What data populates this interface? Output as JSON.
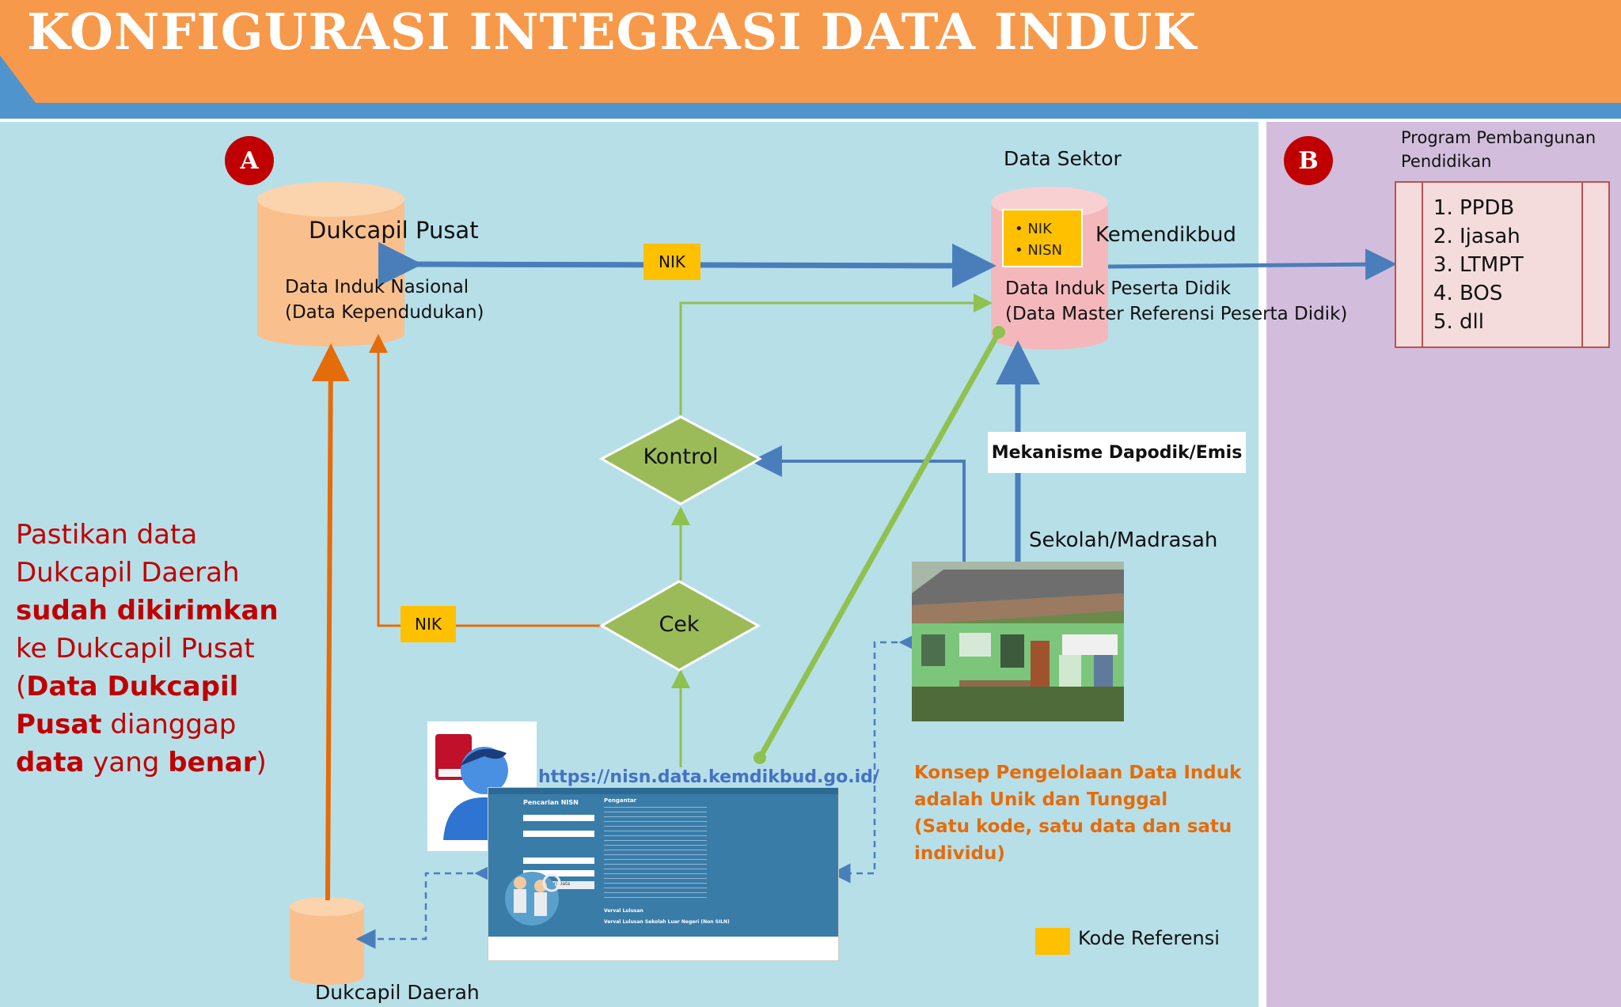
{
  "header": {
    "title": "KONFIGURASI INTEGRASI DATA INDUK"
  },
  "badges": {
    "a": "A",
    "b": "B"
  },
  "nodes": {
    "dukcapil_pusat": {
      "title": "Dukcapil Pusat",
      "line1": "Data Induk Nasional",
      "line2": "(Data Kependudukan)"
    },
    "data_sektor": {
      "label": "Data Sektor",
      "org": "Kemendikbud",
      "line1": "Data Induk Peserta Didik",
      "line2": "(Data Master Referensi Peserta Didik)",
      "codes": [
        "NIK",
        "NISN"
      ]
    },
    "kontrol": "Kontrol",
    "cek": "Cek",
    "dukcapil_daerah": "Dukcapil Daerah",
    "sekolah": "Sekolah/Madrasah"
  },
  "tags": {
    "nik_top": "NIK",
    "nik_left": "NIK"
  },
  "mechanism": "Mekanisme Dapodik/Emis",
  "program": {
    "title_line1": "Program Pembangunan",
    "title_line2": "Pendidikan",
    "items": [
      "PPDB",
      "Ijasah",
      "LTMPT",
      "BOS",
      "dll"
    ]
  },
  "note_red": {
    "p1": "Pastikan data Dukcapil Daerah ",
    "b1": "sudah dikirimkan",
    "p2": " ke Dukcapil Pusat (",
    "b2": "Data Dukcapil Pusat",
    "p3": " dianggap ",
    "b3": "data",
    "p4": " yang ",
    "b4": "benar",
    "p5": ")"
  },
  "note_orange": {
    "line1": "Konsep Pengelolaan Data Induk",
    "line2": "adalah Unik dan Tunggal",
    "line3": "(Satu kode, satu data dan satu",
    "line4": "individu)"
  },
  "url": "https://nisn.data.kemdikbud.go.id/",
  "website": {
    "search_title": "Pencarian NISN",
    "info_title": "Pengantar",
    "button": "Cari Data",
    "section2": "Verval Lulusan",
    "section3": "Verval Lulusan Sekolah Luar Negeri (Non SILN)"
  },
  "legend": {
    "label": "Kode Referensi"
  },
  "colors": {
    "header": "#f7994a",
    "panel_a": "#b7dfe8",
    "panel_b": "#d2bedc",
    "badge": "#c00000",
    "tag": "#ffc000",
    "blue_arrow": "#4a7ebb",
    "orange_arrow": "#e46c0a",
    "green_arrow": "#8fc14f"
  }
}
